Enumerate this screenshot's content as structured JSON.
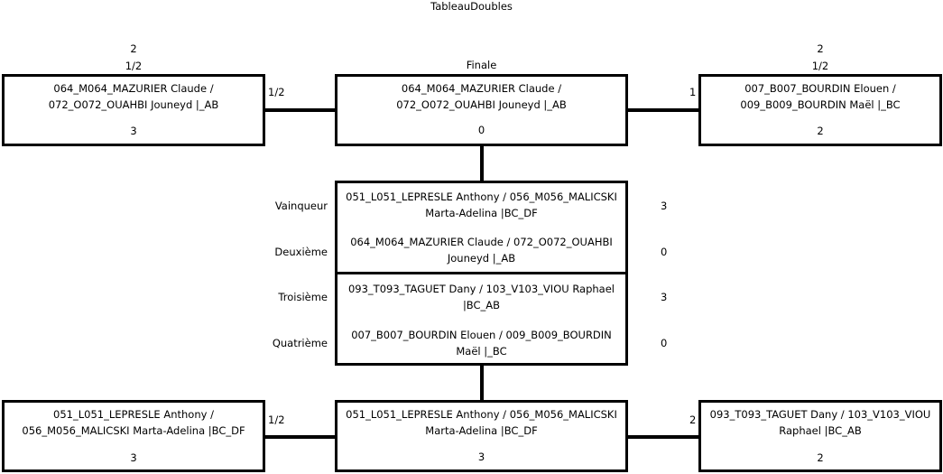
{
  "title": "TableauDoubles",
  "top": {
    "left": {
      "seed": "2",
      "round": "1/2",
      "names": "064_M064_MAZURIER Claude / 072_O072_OUAHBI Jouneyd |_AB",
      "score": "3",
      "link_label": "1/2"
    },
    "final": {
      "label": "Finale",
      "names": "064_M064_MAZURIER Claude / 072_O072_OUAHBI Jouneyd |_AB",
      "score": "0"
    },
    "right": {
      "seed": "2",
      "round": "1/2",
      "names": "007_B007_BOURDIN Elouen / 009_B009_BOURDIN Maël |_BC",
      "score": "2",
      "link_label": "1"
    }
  },
  "ranking": [
    {
      "label": "Vainqueur",
      "names": "051_L051_LEPRESLE Anthony / 056_M056_MALICSKI Marta-Adelina |BC_DF",
      "score": "3"
    },
    {
      "label": "Deuxième",
      "names": "064_M064_MAZURIER Claude / 072_O072_OUAHBI Jouneyd |_AB",
      "score": "0"
    },
    {
      "label": "Troisième",
      "names": "093_T093_TAGUET Dany / 103_V103_VIOU Raphael |BC_AB",
      "score": "3"
    },
    {
      "label": "Quatrième",
      "names": "007_B007_BOURDIN Elouen / 009_B009_BOURDIN Maël |_BC",
      "score": "0"
    }
  ],
  "bottom": {
    "left": {
      "names": "051_L051_LEPRESLE Anthony / 056_M056_MALICSKI Marta-Adelina |BC_DF",
      "score": "3",
      "link_label": "1/2"
    },
    "center": {
      "names": "051_L051_LEPRESLE Anthony / 056_M056_MALICSKI Marta-Adelina |BC_DF",
      "score": "3"
    },
    "right": {
      "names": "093_T093_TAGUET Dany / 103_V103_VIOU Raphael |BC_AB",
      "score": "2",
      "link_label": "2"
    }
  }
}
